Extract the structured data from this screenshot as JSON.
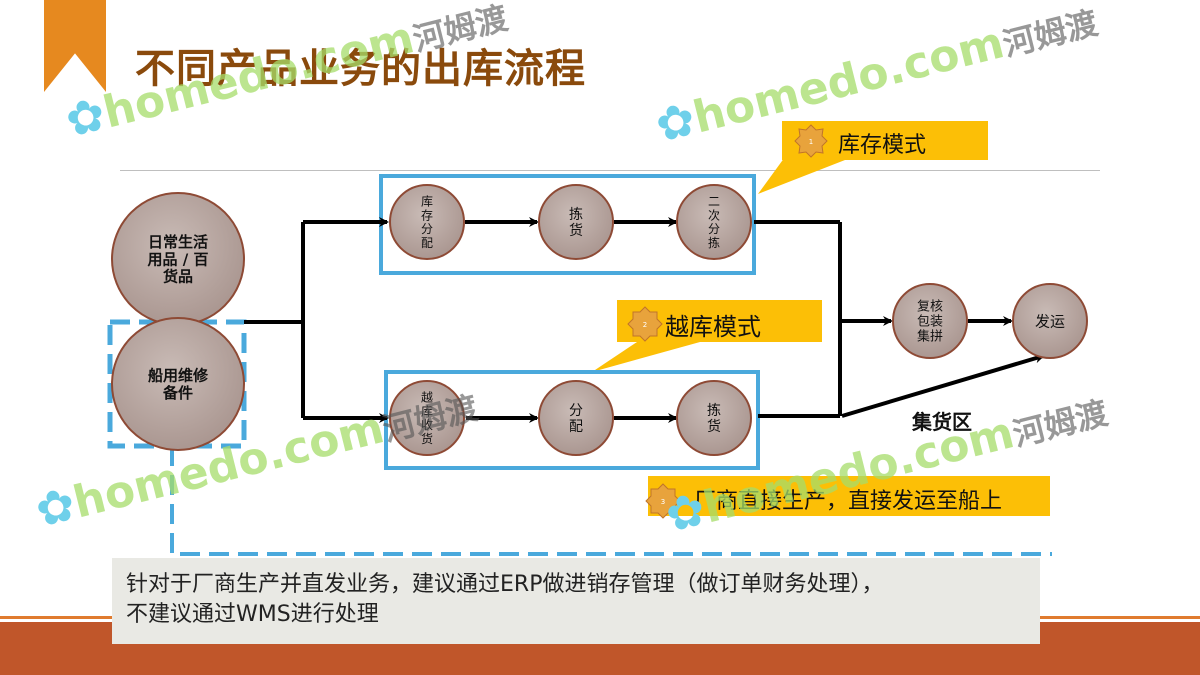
{
  "title": "不同产品业务的出库流程",
  "sources": {
    "daily": "日常生活\n用品 / 百\n货品",
    "marine": "船用维修\n备件"
  },
  "stock_mode": {
    "label": "库存模式",
    "badge": "1",
    "steps": [
      "库\n存\n分\n配",
      "拣\n货",
      "二\n次\n分\n拣"
    ]
  },
  "crossdock_mode": {
    "label": "越库模式",
    "badge": "2",
    "steps": [
      "越\n库\n收\n货",
      "分\n配",
      "拣\n货"
    ]
  },
  "direct_mode": {
    "label": "厂商直接生产，直接发运至船上",
    "badge": "3"
  },
  "final_steps": {
    "pack": "复核\n包装\n集拼",
    "ship": "发运"
  },
  "zone_label": "集货区",
  "note": {
    "line1": "针对于厂商生产并直发业务，建议通过ERP做进销存管理（做订单财务处理），",
    "line2": "不建议通过WMS进行处理"
  },
  "watermark": {
    "brand": "homedo.com",
    "cn": "河姆渡"
  },
  "colors": {
    "title": "#8a4a0c",
    "accent": "#e6891f",
    "node": "#b9a8a3",
    "callout": "#fcbf06",
    "frame": "#4aa9dc",
    "bottom": "#c0562a"
  }
}
